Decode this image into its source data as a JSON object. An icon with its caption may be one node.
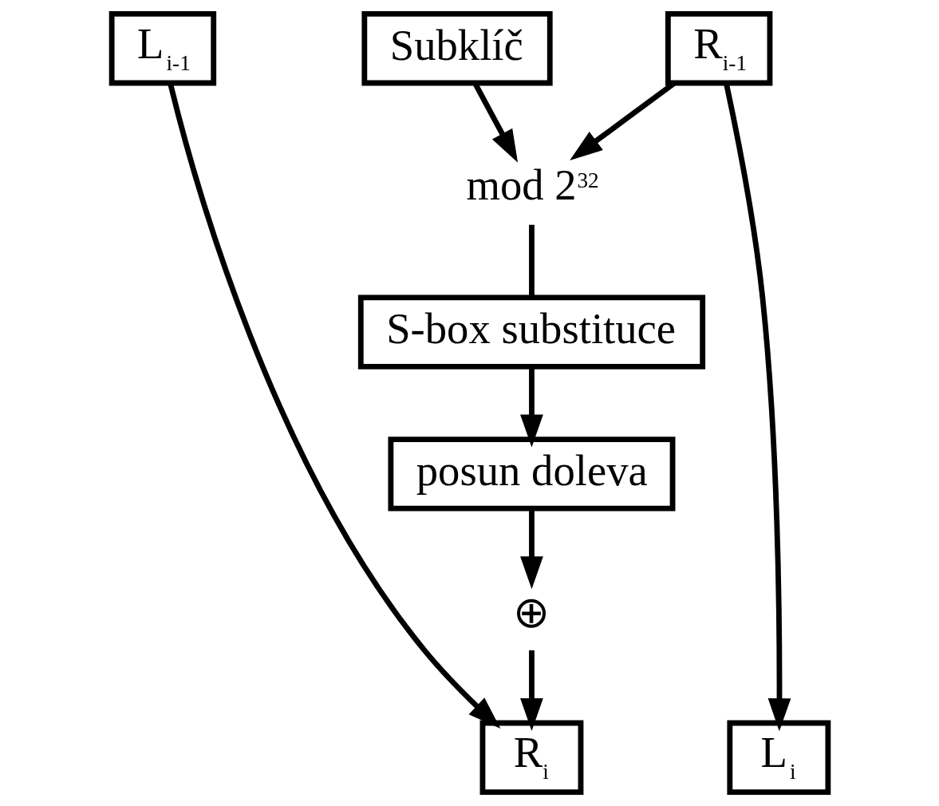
{
  "diagram": {
    "nodes": [
      {
        "text": [
          "L$_{i-1}$"
        ]
      },
      {
        "text": [
          "R$_{i-1}$"
        ]
      },
      {
        "text": [
          "Subklíč"
        ]
      },
      {
        "text": [
          "mod 2$^{32}$"
        ]
      },
      {
        "text": [
          "S-box substituce"
        ]
      },
      {
        "text": [
          "posun doleva"
        ]
      },
      {
        "text": [
          "⊕"
        ]
      },
      {
        "text": [
          "L$_{i}$"
        ]
      },
      {
        "text": [
          "R$_{i}$"
        ]
      }
    ],
    "edges": [
      {
        "from": 0,
        "to": 8,
        "arrow": "to"
      },
      {
        "from": 1,
        "to": 7,
        "arrow": "to"
      },
      {
        "from": 1,
        "to": 3,
        "arrow": "to"
      },
      {
        "from": 2,
        "to": 3,
        "arrow": "to"
      },
      {
        "from": 3,
        "to": 4,
        "arrow": "none"
      },
      {
        "from": 4,
        "to": 5,
        "arrow": "to"
      },
      {
        "from": 5,
        "to": 6,
        "arrow": "to"
      },
      {
        "from": 6,
        "to": 8,
        "arrow": "to"
      }
    ]
  }
}
